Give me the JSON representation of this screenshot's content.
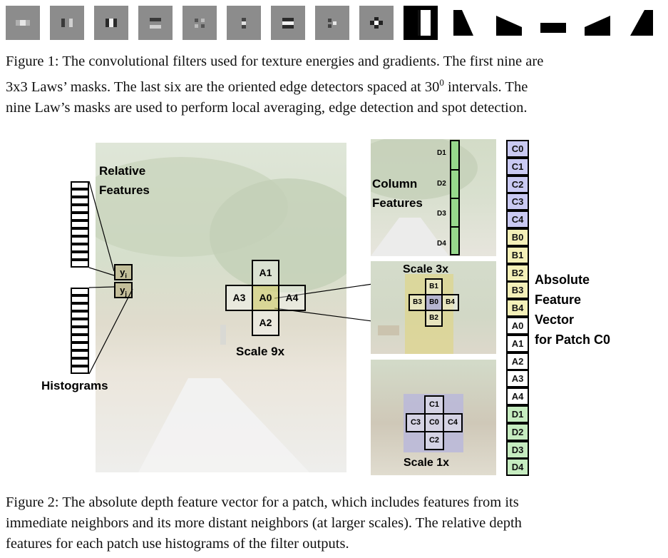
{
  "figure1": {
    "caption_lines": [
      "Figure 1: The convolutional filters used for texture energies and gradients. The first nine are",
      "3x3 Laws’ masks. The last six are the oriented edge detectors spaced at 30",
      "nine Law’s masks are used to perform local averaging, edge detection and spot detection."
    ],
    "caption_sup": "0",
    "caption_line2_tail": " intervals. The"
  },
  "figure2": {
    "labels": {
      "relative_features_1": "Relative",
      "relative_features_2": "Features",
      "histograms": "Histograms",
      "yi": "y",
      "yi_sub": "i",
      "yj": "y",
      "yj_sub": "j",
      "column_features_1": "Column",
      "column_features_2": "Features",
      "scale_9x": "Scale 9x",
      "scale_3x": "Scale 3x",
      "scale_1x": "Scale 1x",
      "absolute_1": "Absolute",
      "absolute_2": "Feature",
      "absolute_3": "Vector",
      "absolute_4": "for Patch C0"
    },
    "scale9": {
      "top": "A1",
      "left": "A3",
      "center": "A0",
      "right": "A4",
      "bottom": "A2"
    },
    "scale3": {
      "top": "B1",
      "left": "B3",
      "center": "B0",
      "right": "B4",
      "bottom": "B2"
    },
    "scale1": {
      "top": "C1",
      "left": "C3",
      "center": "C0",
      "right": "C4",
      "bottom": "C2"
    },
    "column": [
      "D1",
      "D2",
      "D3",
      "D4"
    ],
    "feature_vector": [
      {
        "label": "C0",
        "color": "#c9c9f2"
      },
      {
        "label": "C1",
        "color": "#c9c9f2"
      },
      {
        "label": "C2",
        "color": "#c9c9f2"
      },
      {
        "label": "C3",
        "color": "#c9c9f2"
      },
      {
        "label": "C4",
        "color": "#c9c9f2"
      },
      {
        "label": "B0",
        "color": "#f4f0b8"
      },
      {
        "label": "B1",
        "color": "#f4f0b8"
      },
      {
        "label": "B2",
        "color": "#f4f0b8"
      },
      {
        "label": "B3",
        "color": "#f4f0b8"
      },
      {
        "label": "B4",
        "color": "#f4f0b8"
      },
      {
        "label": "A0",
        "color": "#ffffff"
      },
      {
        "label": "A1",
        "color": "#ffffff"
      },
      {
        "label": "A2",
        "color": "#ffffff"
      },
      {
        "label": "A3",
        "color": "#ffffff"
      },
      {
        "label": "A4",
        "color": "#ffffff"
      },
      {
        "label": "D1",
        "color": "#c6ecc0"
      },
      {
        "label": "D2",
        "color": "#c6ecc0"
      },
      {
        "label": "D3",
        "color": "#c6ecc0"
      },
      {
        "label": "D4",
        "color": "#c6ecc0"
      }
    ],
    "caption_lines": [
      "Figure 2: The absolute depth feature vector for a patch, which includes features from its",
      "immediate neighbors and its more distant neighbors (at larger scales). The relative depth",
      "features for each patch use histograms of the filter outputs."
    ]
  }
}
